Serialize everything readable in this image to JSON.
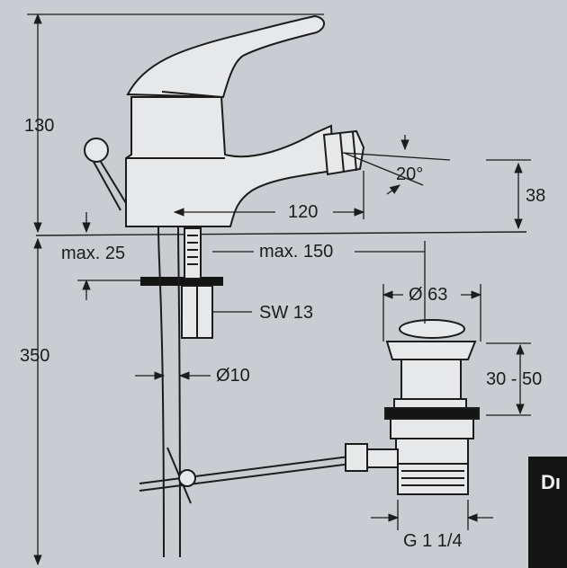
{
  "labels": {
    "height_top": "130",
    "height_bottom": "350",
    "max_25": "max. 25",
    "max_150": "max. 150",
    "reach": "120",
    "angle": "20°",
    "outlet_height": "38",
    "diameter_63": "Ø 63",
    "sw_13": "SW 13",
    "diameter_10": "Ø10",
    "range": "30 - 50",
    "thread": "G 1 1/4"
  },
  "badge": {
    "text": "Dı"
  },
  "colors": {
    "paper": "#c9ccd0",
    "ink": "#1c1c1c",
    "body_fill": "#e6e8ea",
    "dark": "#141414"
  }
}
